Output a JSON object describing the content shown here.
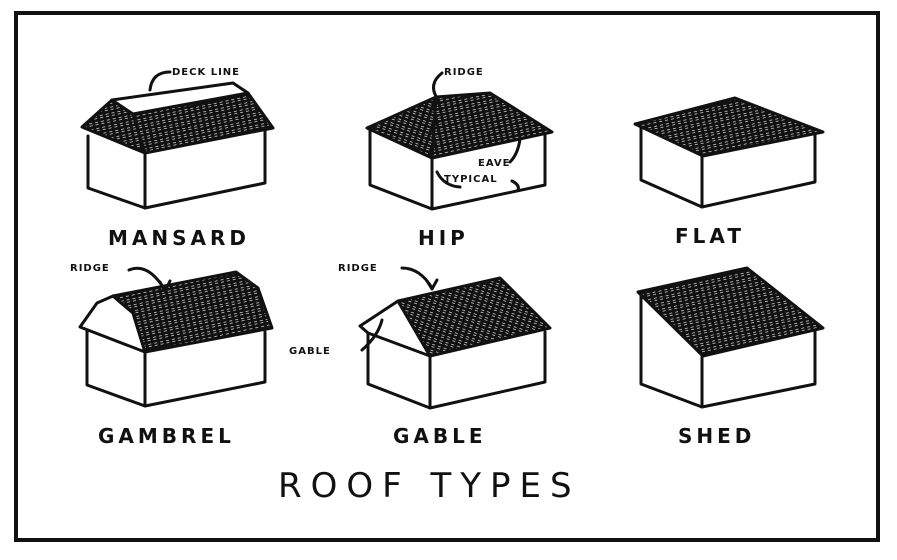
{
  "title": "ROOF TYPES",
  "roofs": [
    {
      "name": "MANSARD"
    },
    {
      "name": "HIP"
    },
    {
      "name": "FLAT"
    },
    {
      "name": "GAMBREL"
    },
    {
      "name": "GABLE"
    },
    {
      "name": "SHED"
    }
  ],
  "callouts": {
    "deck_line": "DECK LINE",
    "ridge_hip": "RIDGE",
    "eave": "EAVE",
    "typical": "TYPICAL",
    "ridge_gambrel": "RIDGE",
    "ridge_gable": "RIDGE",
    "gable": "GABLE"
  },
  "colors": {
    "ink": "#111111",
    "paper": "#ffffff"
  }
}
